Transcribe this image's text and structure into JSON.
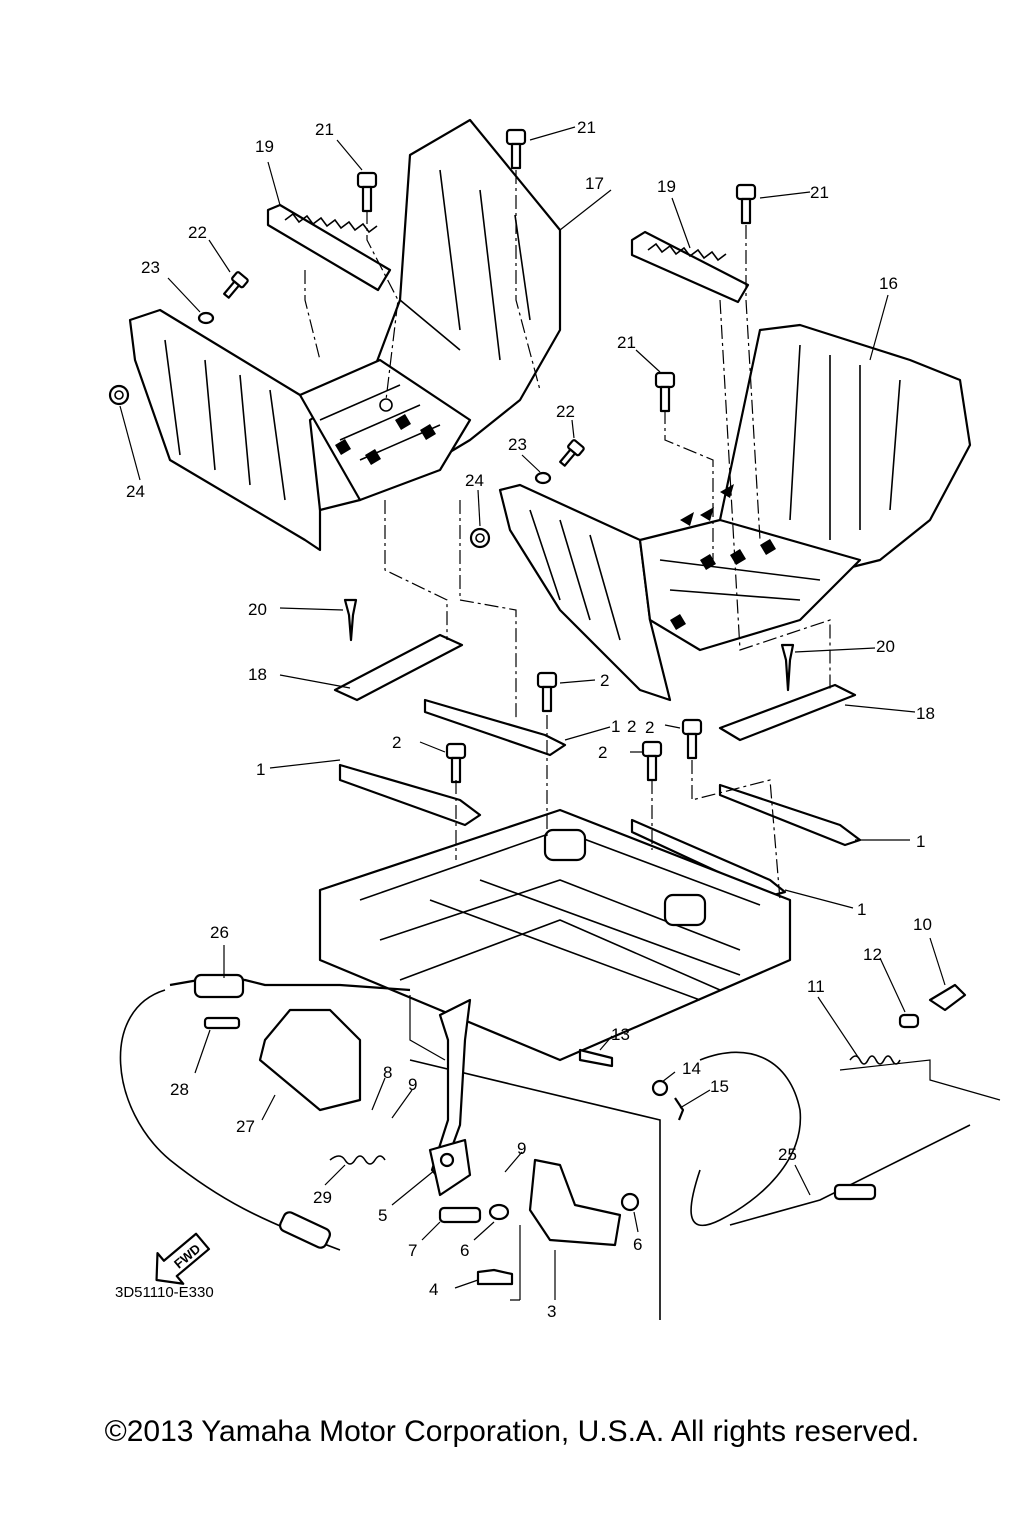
{
  "diagram_code": "3D51110-E330",
  "fwd_arrow_label": "FWD",
  "copyright": "©2013 Yamaha Motor Corporation, U.S.A. All rights reserved.",
  "callouts": [
    "1",
    "1",
    "1",
    "1",
    "2",
    "2",
    "2",
    "2",
    "2",
    "3",
    "4",
    "5",
    "6",
    "6",
    "7",
    "8",
    "9",
    "9",
    "10",
    "11",
    "12",
    "13",
    "14",
    "15",
    "16",
    "17",
    "18",
    "18",
    "19",
    "19",
    "20",
    "20",
    "21",
    "21",
    "21",
    "21",
    "22",
    "22",
    "23",
    "23",
    "24",
    "24",
    "25",
    "26",
    "27",
    "28",
    "29"
  ]
}
